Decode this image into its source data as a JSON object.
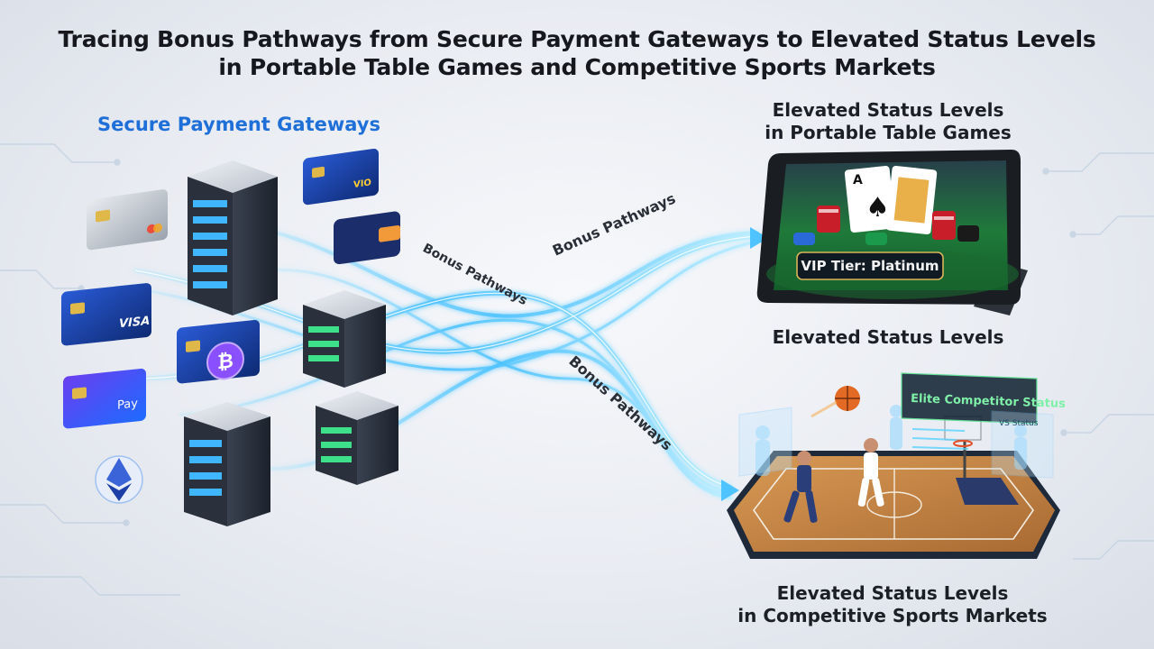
{
  "title": {
    "line1": "Tracing Bonus Pathways from Secure Payment Gateways to Elevated Status Levels",
    "line2": "in Portable Table Games and Competitive Sports Markets"
  },
  "gateways": {
    "label": "Secure Payment Gateways",
    "card_visa_text": "VISA",
    "card_pay_text": "Pay",
    "card_crypto_text": "Bitcoin",
    "card_top_text": "VIO"
  },
  "pathways": {
    "label_1": "Bonus Pathways",
    "label_2": "Bonus Pathways",
    "label_3": "Bonus Pathways"
  },
  "table_games": {
    "label_line1": "Elevated Status Levels",
    "label_line2": "in Portable Table Games",
    "card_rank": "A",
    "vip_badge": "VIP Tier: Platinum"
  },
  "middle": {
    "label": "Elevated Status Levels"
  },
  "sports": {
    "label_line1": "Elevated Status Levels",
    "label_line2": "in Competitive Sports Markets",
    "status_panel": "Elite Competitor Status",
    "side_panel": "VS Status"
  },
  "colors": {
    "accent_blue": "#1f6fd9",
    "stream_cyan": "#6fd6ff",
    "felt_green": "#1f7a3a",
    "court_wood": "#c88a4a",
    "bitcoin_purple": "#8a4fff"
  }
}
